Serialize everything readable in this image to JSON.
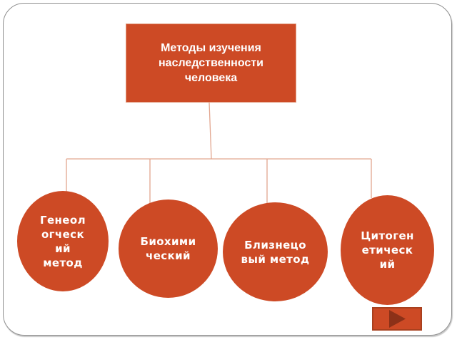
{
  "slide": {
    "title": "Методы изучения\nнаследственности\nчеловека",
    "nodes": [
      {
        "label": "Генеол\nогческ\nий\nметод"
      },
      {
        "label": "Биохими\nческий"
      },
      {
        "label": "Близнецо\nвый метод"
      },
      {
        "label": "Цитоген\nетическ\nий"
      }
    ],
    "next_button": {
      "icon": "play-arrow"
    }
  },
  "colors": {
    "shape_fill": "#cd4a25",
    "shape_border": "#e29b80",
    "connector": "#e2a68f",
    "shape_text": "#ffffff",
    "play_triangle": "#8c3118",
    "button_border": "#a8401e",
    "slide_border": "#8f8f8f",
    "background": "#ffffff"
  }
}
